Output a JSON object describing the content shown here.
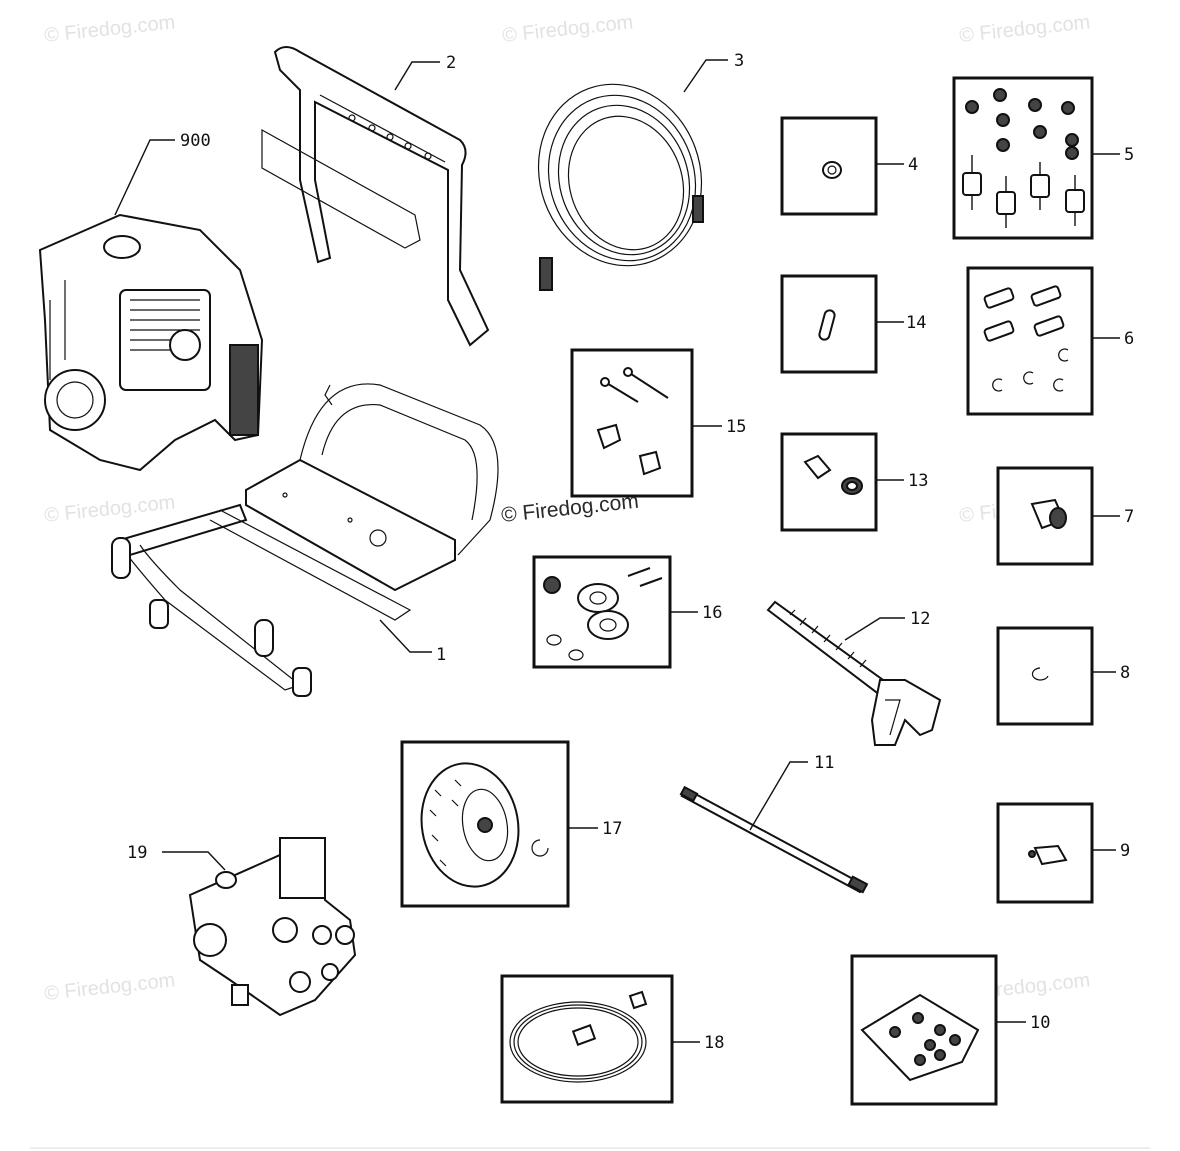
{
  "watermark": {
    "text": "© Firedog.com"
  },
  "parts": {
    "p1": "1",
    "p2": "2",
    "p3": "3",
    "p4": "4",
    "p5": "5",
    "p6": "6",
    "p7": "7",
    "p8": "8",
    "p9": "9",
    "p10": "10",
    "p11": "11",
    "p12": "12",
    "p13": "13",
    "p14": "14",
    "p15": "15",
    "p16": "16",
    "p17": "17",
    "p18": "18",
    "p19": "19",
    "p900": "900"
  }
}
